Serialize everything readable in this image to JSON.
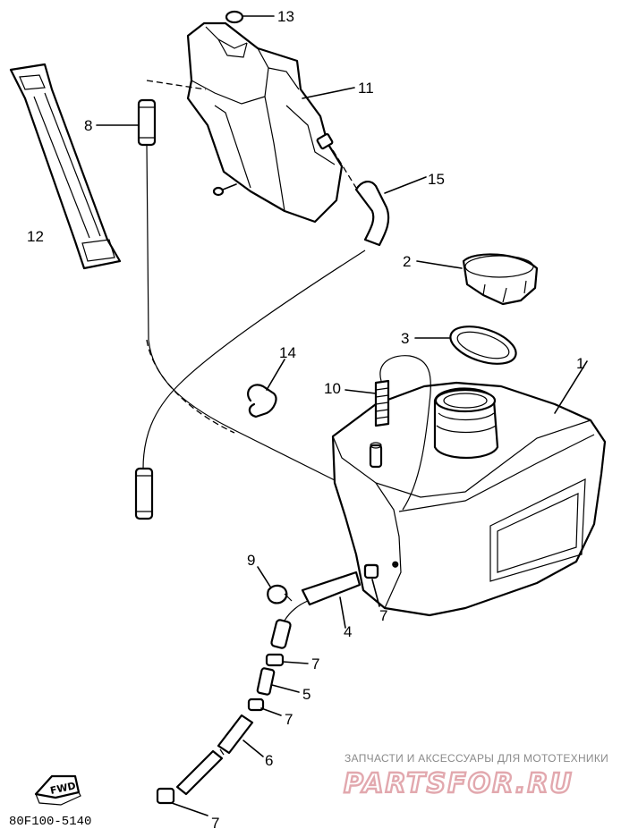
{
  "callouts": {
    "p1": "1",
    "p2": "2",
    "p3": "3",
    "p4": "4",
    "p5": "5",
    "p6": "6",
    "p7a": "7",
    "p7b": "7",
    "p7c": "7",
    "p7d": "7",
    "p8": "8",
    "p9": "9",
    "p10": "10",
    "p11": "11",
    "p12": "12",
    "p13": "13",
    "p14": "14",
    "p15": "15"
  },
  "figure_code": "80F100-5140",
  "fwd_label": "FWD",
  "watermark": {
    "tagline": "ЗАПЧАСТИ И АКСЕССУАРЫ ДЛЯ МОТОТЕХНИКИ",
    "logo": "PARTSFOR.RU"
  },
  "colors": {
    "ink": "#000000",
    "watermark_logo": "#e2a8ae",
    "watermark_text": "#8a8a8a"
  }
}
